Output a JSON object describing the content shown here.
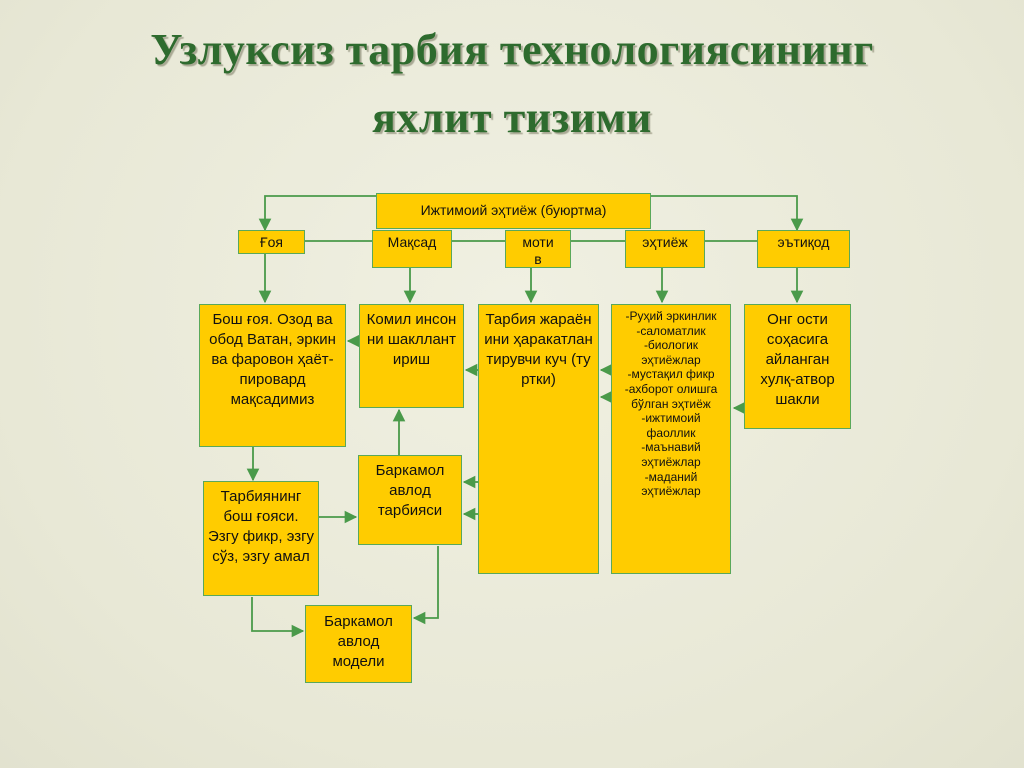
{
  "title": {
    "line1": "Узлуксиз тарбия технологиясининг",
    "line2": "яхлит тизими"
  },
  "colors": {
    "box_fill": "#ffcc00",
    "box_border": "#5aa85a",
    "title": "#2e6b2e",
    "background": "#ebebdc"
  },
  "boxes": {
    "top": "Ижтимоий эҳтиёж (буюртма)",
    "goya": "Ғоя",
    "maqsad": "Мақсад",
    "motiv": "мотив",
    "ehtiyoj": "эҳтиёж",
    "etiqod": "эътиқод",
    "bosh_goya": "Бош ғоя. Озод ва обод Ватан, эркин ва фаровон ҳаёт- пировард мақсадимиз",
    "komil": "Комил инсонни шакллантириш",
    "harakat": "Тарбия жараёнини ҳаракатлантирувчи куч (туртки)",
    "ehtiyojlar_list": "-Руҳий эркинлик -саломатлик -биологик эҳтиёжлар -мустақил фикр -ахборот олишга бўлган эҳтиёж -ижтимоий фаоллик -маънавий эҳтиёжлар -маданий эҳтиёжлар",
    "ong": "Онг ости соҳасига айланган хулқ-атвор шакли",
    "tarbiya_goyasi": "Тарбиянинг бош ғояси. Эзгу фикр, эзгу сўз, эзгу амал",
    "barkamol_tarbiya": "Баркамол авлод тарбияси",
    "barkamol_model": "Баркамол авлод модели"
  }
}
